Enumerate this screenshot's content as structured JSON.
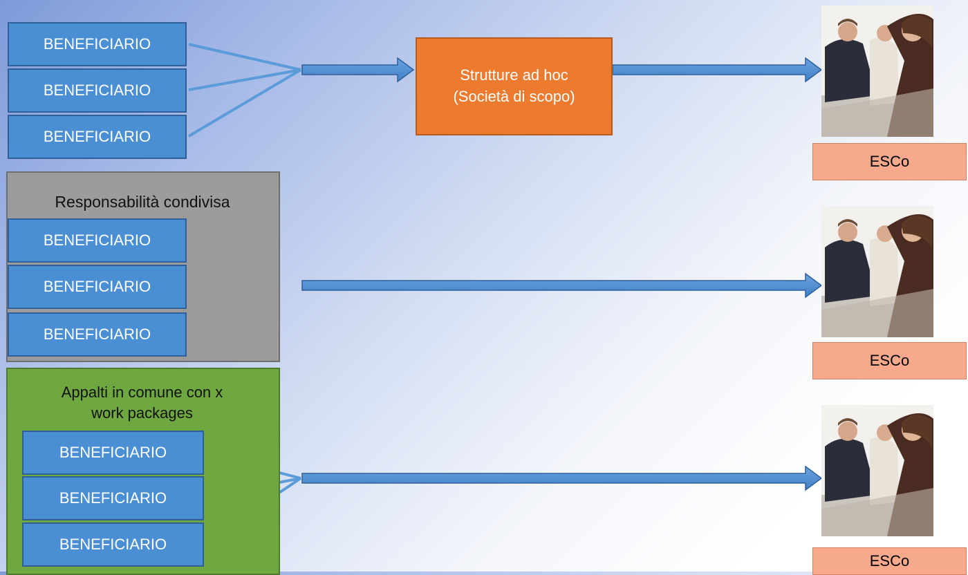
{
  "top": {
    "beneficiaries": [
      "BENEFICIARIO",
      "BENEFICIARIO",
      "BENEFICIARIO"
    ],
    "hub_label": "Strutture ad hoc (Società di scopo)",
    "esco_label": "ESCo"
  },
  "middle": {
    "group_title": "Responsabilità condivisa",
    "beneficiaries": [
      "BENEFICIARIO",
      "BENEFICIARIO",
      "BENEFICIARIO"
    ],
    "esco_label": "ESCo"
  },
  "bottom": {
    "group_title": "Appalti in comune con x work packages",
    "beneficiaries": [
      "BENEFICIARIO",
      "BENEFICIARIO",
      "BENEFICIARIO"
    ],
    "esco_label": "ESCo"
  },
  "colors": {
    "beneficiary_fill": "#4a8fd4",
    "hub_fill": "#ec7a2f",
    "esco_fill": "#f7a98c",
    "group_gray": "#9c9c9c",
    "group_green": "#6fa840"
  }
}
